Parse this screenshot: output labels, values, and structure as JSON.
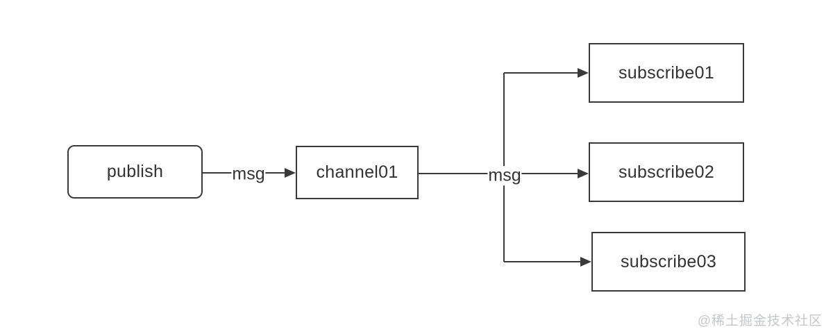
{
  "diagram": {
    "nodes": {
      "publish": {
        "label": "publish"
      },
      "channel01": {
        "label": "channel01"
      },
      "subscribe01": {
        "label": "subscribe01"
      },
      "subscribe02": {
        "label": "subscribe02"
      },
      "subscribe03": {
        "label": "subscribe03"
      }
    },
    "edge_labels": {
      "publish_to_channel": "msg",
      "channel_to_subscribers": "msg"
    }
  },
  "watermark": "@稀土掘金技术社区",
  "colors": {
    "line": "#3a3a3a",
    "text": "#333333",
    "watermark": "#c5c7ca",
    "background": "#ffffff"
  }
}
